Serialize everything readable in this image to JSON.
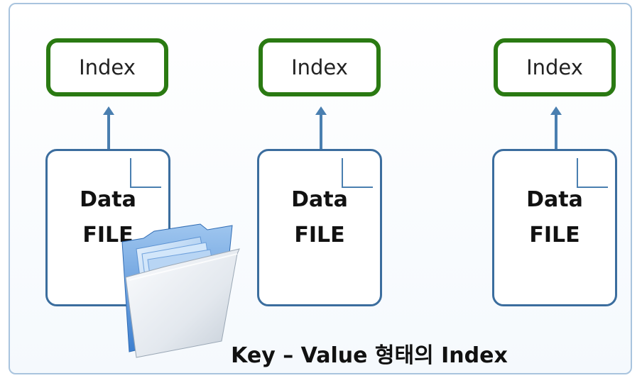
{
  "diagram": {
    "columns": [
      {
        "index_label": "Index",
        "file_line1": "Data",
        "file_line2": "FILE"
      },
      {
        "index_label": "Index",
        "file_line1": "Data",
        "file_line2": "FILE"
      },
      {
        "index_label": "Index",
        "file_line1": "Data",
        "file_line2": "FILE"
      }
    ],
    "caption": "Key – Value 형태의 Index",
    "colors": {
      "index_border": "#2a7a12",
      "file_border": "#3b6d9e",
      "arrow": "#4a7fb0",
      "frame_border": "#a9c4de"
    },
    "icons": [
      "folder-icon"
    ]
  }
}
